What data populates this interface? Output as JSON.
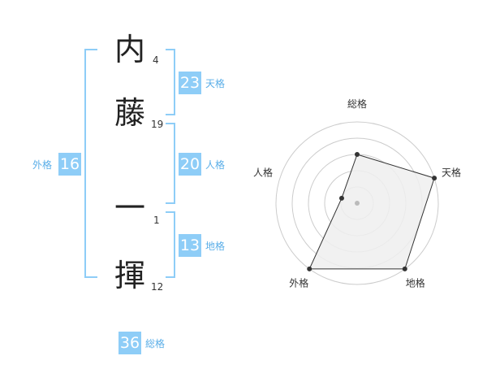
{
  "name": {
    "chars": [
      {
        "char": "内",
        "strokes": "4"
      },
      {
        "char": "藤",
        "strokes": "19"
      },
      {
        "char": "一",
        "strokes": "1"
      },
      {
        "char": "揮",
        "strokes": "12"
      }
    ]
  },
  "fortunes": {
    "tenkaku": {
      "value": "23",
      "label": "天格"
    },
    "jinkaku": {
      "value": "20",
      "label": "人格"
    },
    "chikaku": {
      "value": "13",
      "label": "地格"
    },
    "gaikaku": {
      "value": "16",
      "label": "外格"
    },
    "soukaku": {
      "value": "36",
      "label": "総格"
    }
  },
  "chart_data": {
    "type": "radar",
    "axes": [
      "総格",
      "天格",
      "地格",
      "外格",
      "人格"
    ],
    "rings": 5,
    "max": 5,
    "values": [
      3,
      5,
      5,
      5,
      1
    ],
    "colors": {
      "fill": "#eeeeee",
      "stroke": "#333333",
      "grid": "#cccccc",
      "center": "#bbbbbb"
    }
  }
}
